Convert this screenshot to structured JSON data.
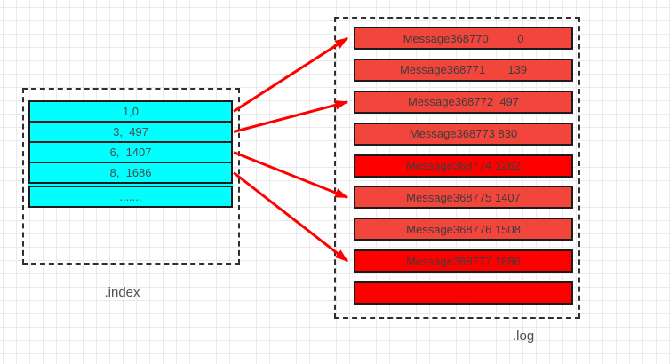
{
  "diagram": {
    "index_file": {
      "label": ".index",
      "rows": [
        "1,0",
        "3,  497",
        "6,  1407",
        "8,  1686",
        "......."
      ]
    },
    "log_file": {
      "label": ".log",
      "rows": [
        {
          "text": "Message368770         0",
          "variant": "light"
        },
        {
          "text": "Message368771       139",
          "variant": "light"
        },
        {
          "text": "Message368772  497",
          "variant": "light"
        },
        {
          "text": "Message368773 830",
          "variant": "light"
        },
        {
          "text": "Message368774 1262",
          "variant": "bright"
        },
        {
          "text": "Message368775 1407",
          "variant": "light"
        },
        {
          "text": "Message368776 1508",
          "variant": "light"
        },
        {
          "text": "Message368777 1686",
          "variant": "bright"
        },
        {
          "text": ".......",
          "variant": "bright"
        }
      ]
    },
    "links": [
      {
        "from_index_row": 0,
        "to_log_row": 0
      },
      {
        "from_index_row": 1,
        "to_log_row": 2
      },
      {
        "from_index_row": 2,
        "to_log_row": 5
      },
      {
        "from_index_row": 3,
        "to_log_row": 7
      }
    ],
    "colors": {
      "arrow": "#ff0000",
      "index_fill": "#00ffff",
      "log_fill_light": "#f2453c",
      "log_fill_bright": "#ff0000",
      "shape_border": "#1c1c1c",
      "group_border": "#2f2f2f",
      "row_text": "#3c3c3c",
      "label_text": "#4d4d4d"
    }
  }
}
